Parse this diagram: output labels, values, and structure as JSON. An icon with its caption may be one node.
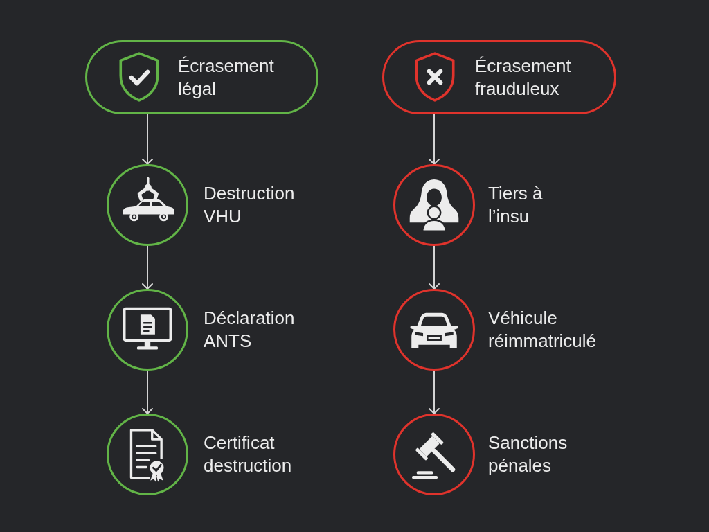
{
  "diagram": {
    "nodes": [
      {
        "text": [
          "Écrasement légal"
        ]
      },
      {
        "text": [
          "Destruction VHU"
        ]
      },
      {
        "text": [
          "Déclaration ANTS"
        ]
      },
      {
        "text": [
          "Certificat destruction"
        ]
      },
      {
        "text": [
          "Écrasement frauduleux"
        ]
      },
      {
        "text": [
          "Tiers à l’insu"
        ]
      },
      {
        "text": [
          "Véhicule réimmatriculé"
        ]
      },
      {
        "text": [
          "Sanctions pénales"
        ]
      }
    ],
    "edges": [
      {
        "from": 0,
        "to": 1,
        "arrow": "to"
      },
      {
        "from": 1,
        "to": 2,
        "arrow": "to"
      },
      {
        "from": 2,
        "to": 3,
        "arrow": "to"
      },
      {
        "from": 4,
        "to": 5,
        "arrow": "to"
      },
      {
        "from": 5,
        "to": 6,
        "arrow": "to"
      },
      {
        "from": 6,
        "to": 7,
        "arrow": "to"
      }
    ]
  }
}
